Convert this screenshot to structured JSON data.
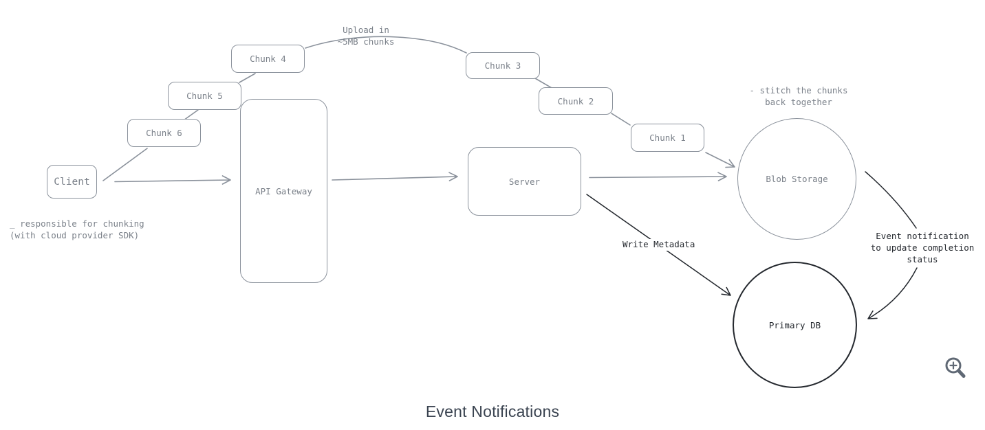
{
  "figure": {
    "caption": "Event Notifications",
    "palette": {
      "background": "#ffffff",
      "gray_stroke": "#8a919b",
      "gray_text": "#7a8089",
      "black_ink": "#24282e",
      "caption_color": "#3a4350",
      "zoom_icon_color": "#5f6874"
    },
    "nodes": {
      "client": {
        "label": "Client"
      },
      "chunk4": {
        "label": "Chunk 4"
      },
      "chunk5": {
        "label": "Chunk 5"
      },
      "chunk6": {
        "label": "Chunk 6"
      },
      "api_gateway": {
        "label": "API Gateway"
      },
      "chunk3": {
        "label": "Chunk 3"
      },
      "chunk2": {
        "label": "Chunk 2"
      },
      "chunk1": {
        "label": "Chunk 1"
      },
      "server": {
        "label": "Server"
      },
      "blob_storage": {
        "label": "Blob Storage"
      },
      "primary_db": {
        "label": "Primary DB"
      }
    },
    "annotations": {
      "upload_chunks": "Upload in\n~5MB chunks",
      "stitch_chunks": "- stitch the chunks\nback together",
      "client_responsibility": "_ responsible for chunking\n(with cloud provider SDK)",
      "write_metadata": "Write Metadata",
      "event_notification": "Event notification\nto update completion\nstatus"
    },
    "controls": {
      "zoom_in_icon": "magnifier-plus"
    }
  }
}
